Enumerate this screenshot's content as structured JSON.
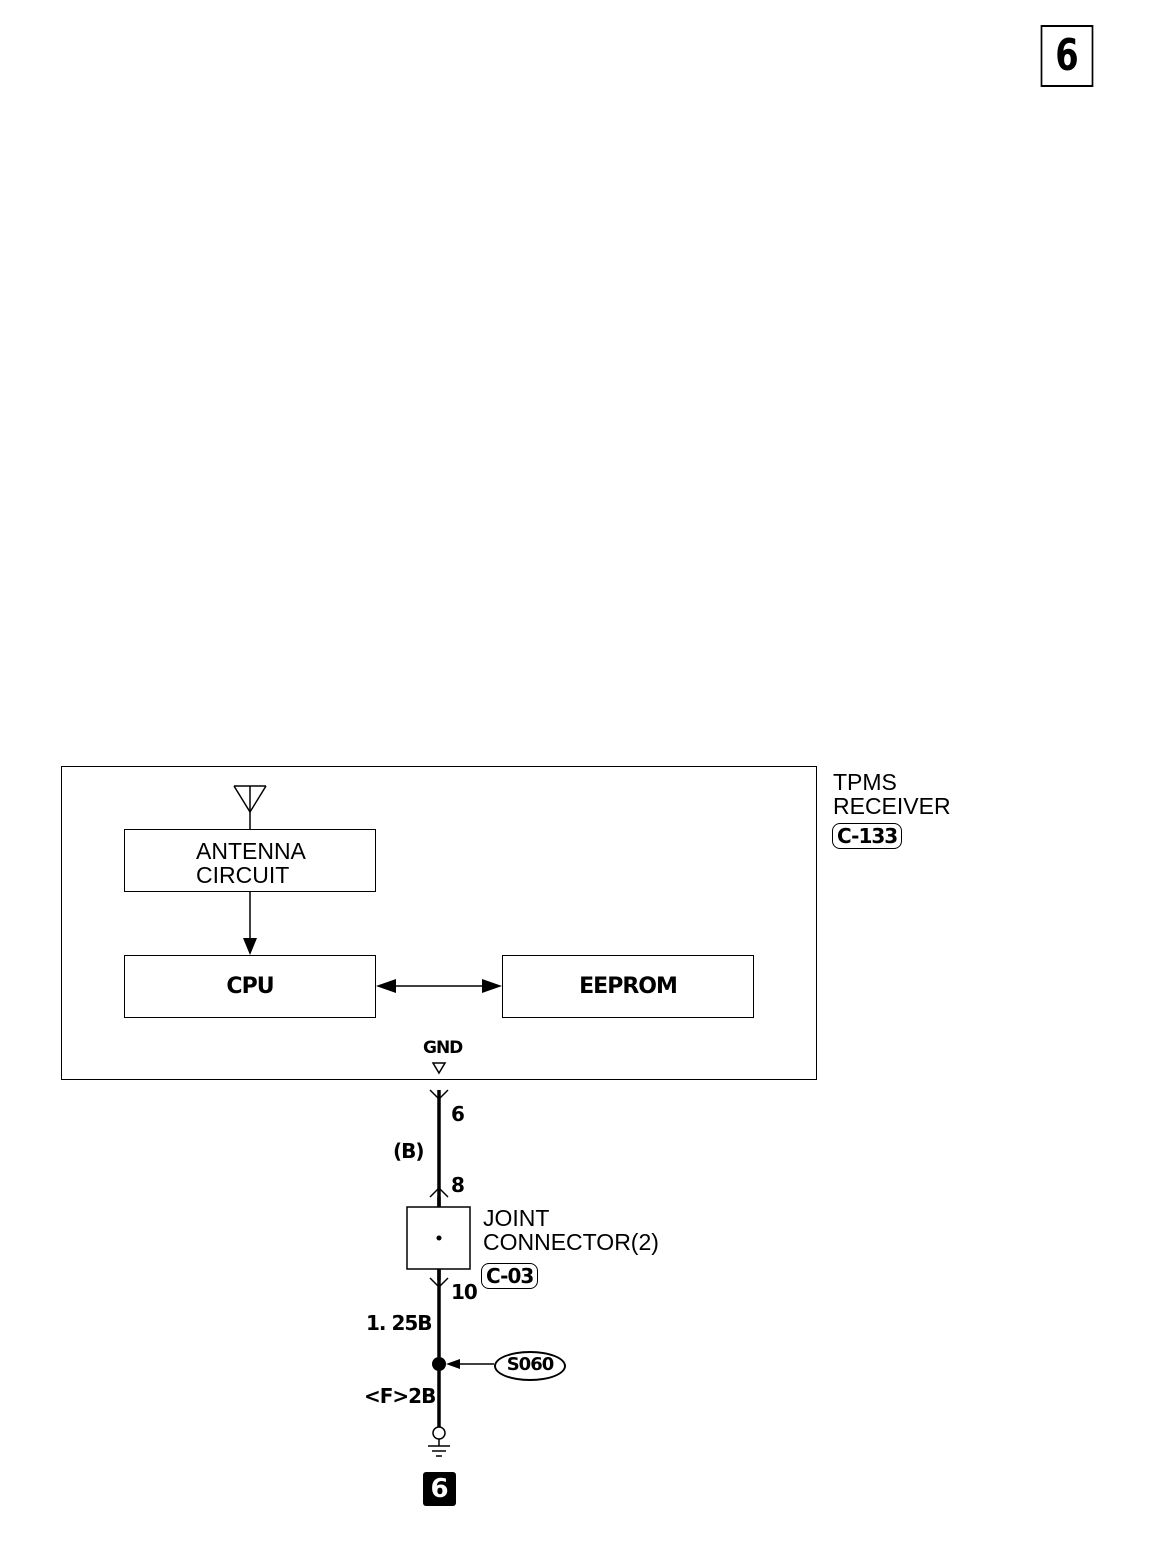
{
  "page_number": "6",
  "module": {
    "name_line1": "TPMS",
    "name_line2": "RECEIVER",
    "connector": "C-133",
    "antenna_block": {
      "line1": "ANTENNA",
      "line2": "CIRCUIT"
    },
    "cpu_block": "CPU",
    "eeprom_block": "EEPROM",
    "gnd_terminal": "GND"
  },
  "wiring": {
    "pin_top": "6",
    "wire_color_top": "(B)",
    "pin_joint_in": "8",
    "joint_connector": {
      "line1": "JOINT",
      "line2": "CONNECTOR(2)",
      "connector": "C-03"
    },
    "pin_joint_out": "10",
    "wire_spec_mid": "1. 25B",
    "splice": "S060",
    "wire_spec_bottom": "<F>2B",
    "ground_point": "6"
  }
}
